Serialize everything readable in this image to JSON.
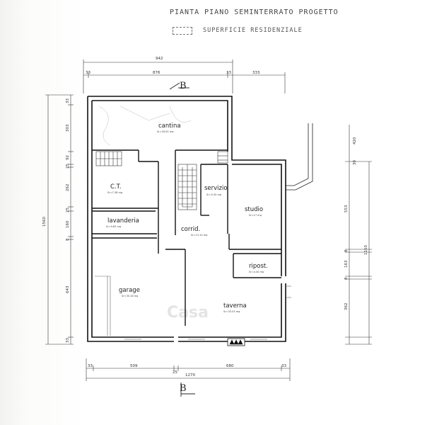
{
  "header": {
    "title": "PIANTA PIANO SEMINTERRATO PROGETTO",
    "legend": "SUPERFICIE RESIDENZIALE"
  },
  "section": {
    "top": "B",
    "bottom": "B"
  },
  "watermark": "Casa",
  "rooms": [
    {
      "name": "cantina",
      "area": "Sr=18.92 mq"
    },
    {
      "name": "C.T.",
      "area": "Sr=7.38 mq"
    },
    {
      "name": "lavanderia",
      "area": "Sr=9.63 mq"
    },
    {
      "name": "garage",
      "area": "Sr=30.18 mq"
    },
    {
      "name": "servizio",
      "area": "Sr=5.30 mq"
    },
    {
      "name": "corrid.",
      "area": "Sr=13.10 mq"
    },
    {
      "name": "studio",
      "area": "Sr=17 mq"
    },
    {
      "name": "ripost.",
      "area": "Sr=4.40 mq"
    },
    {
      "name": "taverna",
      "area": "Sr=33.03 mq"
    }
  ],
  "dims": {
    "top_total": "942",
    "top_left": "33",
    "top_mid": "876",
    "top_mid2": "33",
    "top_right": "333",
    "left_total": "1560",
    "left_a": "33",
    "left_b": "303",
    "left_c": "92",
    "left_d": "25",
    "left_e": "262",
    "left_f": "25",
    "left_g": "160",
    "left_h": "8",
    "left_i": "643",
    "left_j": "33",
    "right_a": "420",
    "right_b": "30",
    "right_c": "553",
    "right_d": "1150",
    "right_e": "8",
    "right_f": "163",
    "right_g": "8",
    "right_h": "362",
    "bottom_a": "33",
    "bottom_b": "509",
    "bottom_c": "25",
    "bottom_d": "680",
    "bottom_e": "33",
    "bottom_total": "1270"
  }
}
